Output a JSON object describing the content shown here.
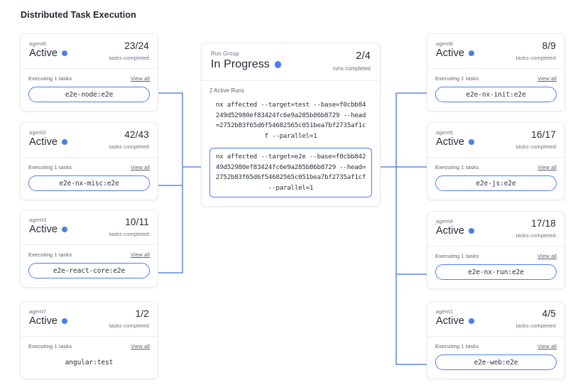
{
  "page": {
    "title": "Distributed Task Execution"
  },
  "colors": {
    "accent": "#4a7ef0",
    "card_border": "#e8e9ed",
    "text_primary": "#252a35",
    "text_muted": "#6a7180",
    "wire": "#5c86e8"
  },
  "labels": {
    "tasks_completed": "tasks completed",
    "executing": "Executing 1 tasks",
    "view_all": "View all",
    "runs_completed": "runs completed"
  },
  "run_group": {
    "label": "Run Group",
    "status": "In Progress",
    "count": "2/4",
    "count_sub": "runs completed",
    "active_runs_label": "2 Active Runs",
    "runs": [
      {
        "command": "nx affected --target=test --base=f0cbb84249d52980ef83424fc6e9a285b86b8729 --head=2752b83f65d6f54682565c051bea7bf2735af1cf --parallel=1",
        "highlighted": false
      },
      {
        "command": "nx affected --target=e2e --base=f0cbb84249d52980ef83424fc6e9a285b86b8729 --head=2752b83f65d6f54682565c051bea7bf2735af1cf --parallel=1",
        "highlighted": true
      }
    ]
  },
  "agents_left": [
    {
      "name": "agent6",
      "status": "Active",
      "count": "23/24",
      "count_sub": "tasks completed",
      "exec": "Executing 1 tasks",
      "view_all": "View all",
      "task": "e2e-node:e2e",
      "pill": true
    },
    {
      "name": "agent2",
      "status": "Active",
      "count": "42/43",
      "count_sub": "tasks completed",
      "exec": "Executing 1 tasks",
      "view_all": "View all",
      "task": "e2e-nx-misc:e2e",
      "pill": true
    },
    {
      "name": "agent3",
      "status": "Active",
      "count": "10/11",
      "count_sub": "tasks completed",
      "exec": "Executing 1 tasks",
      "view_all": "View all",
      "task": "e2e-react-core:e2e",
      "pill": true
    },
    {
      "name": "agent7",
      "status": "Active",
      "count": "1/2",
      "count_sub": "tasks completed",
      "exec": "Executing 1 tasks",
      "view_all": "View all",
      "task": "angular:test",
      "pill": false
    }
  ],
  "agents_right": [
    {
      "name": "agent8",
      "status": "Active",
      "count": "8/9",
      "count_sub": "tasks completed",
      "exec": "Executing 1 tasks",
      "view_all": "View all",
      "task": "e2e-nx-init:e2e",
      "pill": true
    },
    {
      "name": "agent5",
      "status": "Active",
      "count": "16/17",
      "count_sub": "tasks completed",
      "exec": "Executing 1 tasks",
      "view_all": "View all",
      "task": "e2e-js:e2e",
      "pill": true
    },
    {
      "name": "agent4",
      "status": "Active",
      "count": "17/18",
      "count_sub": "tasks completed",
      "exec": "Executing 1 tasks",
      "view_all": "View all",
      "task": "e2e-nx-run:e2e",
      "pill": true
    },
    {
      "name": "agent1",
      "status": "Active",
      "count": "4/5",
      "count_sub": "tasks completed",
      "exec": "Executing 1 tasks",
      "view_all": "View all",
      "task": "e2e-web:e2e",
      "pill": true
    }
  ]
}
